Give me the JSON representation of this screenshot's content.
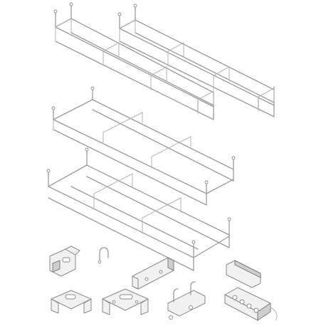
{
  "illustration": {
    "subject": "wire-mesh-cable-tray-system",
    "trays": [
      {
        "id": "tray-narrow-1"
      },
      {
        "id": "tray-narrow-2"
      },
      {
        "id": "tray-medium"
      },
      {
        "id": "tray-wide"
      }
    ],
    "accessories": [
      {
        "id": "coupler-clip"
      },
      {
        "id": "j-hook-fastener"
      },
      {
        "id": "wall-bracket-long"
      },
      {
        "id": "u-channel-cover"
      },
      {
        "id": "mounting-plate-small"
      },
      {
        "id": "mounting-plate-large"
      },
      {
        "id": "hook-bracket"
      },
      {
        "id": "socket-strip"
      }
    ]
  },
  "colors": {
    "wire": "#9a9a9a",
    "part_fill": "#f1f1f1",
    "part_stroke": "#8a8a8a",
    "background": "#ffffff"
  }
}
